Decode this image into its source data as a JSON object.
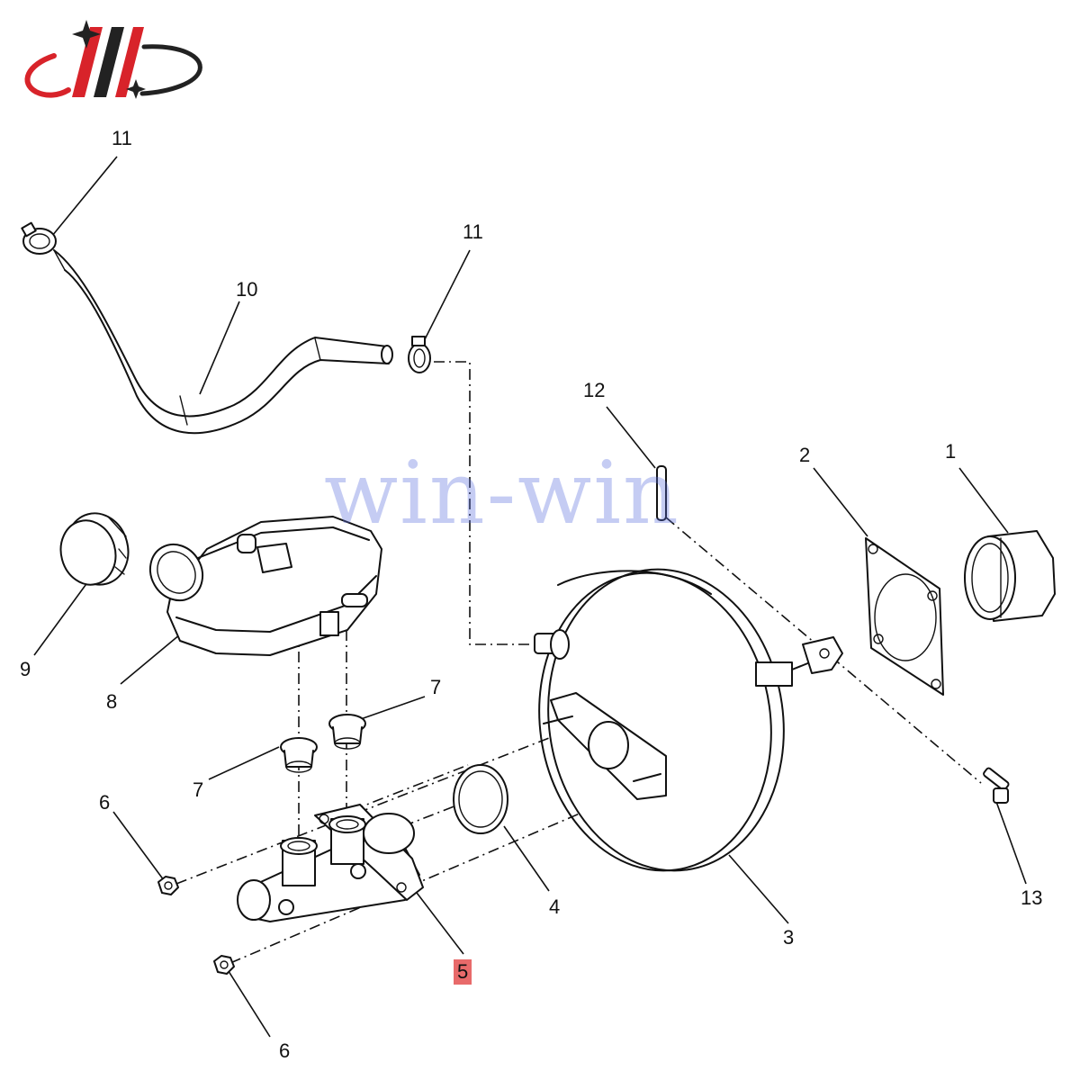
{
  "diagram": {
    "watermark": "win-win",
    "brand_colors": {
      "logo_red": "#d8232a",
      "logo_dark": "#222222",
      "highlight": "#e86a6a",
      "watermark": "#5a6edc"
    },
    "icons": [
      "brand-logo-icon"
    ],
    "callouts": {
      "c1": "1",
      "c2": "2",
      "c3": "3",
      "c4": "4",
      "c5": "5",
      "c6a": "6",
      "c6b": "6",
      "c7a": "7",
      "c7b": "7",
      "c8": "8",
      "c9": "9",
      "c10": "10",
      "c11a": "11",
      "c11b": "11",
      "c12": "12",
      "c13": "13"
    },
    "highlighted_callout": "5"
  }
}
